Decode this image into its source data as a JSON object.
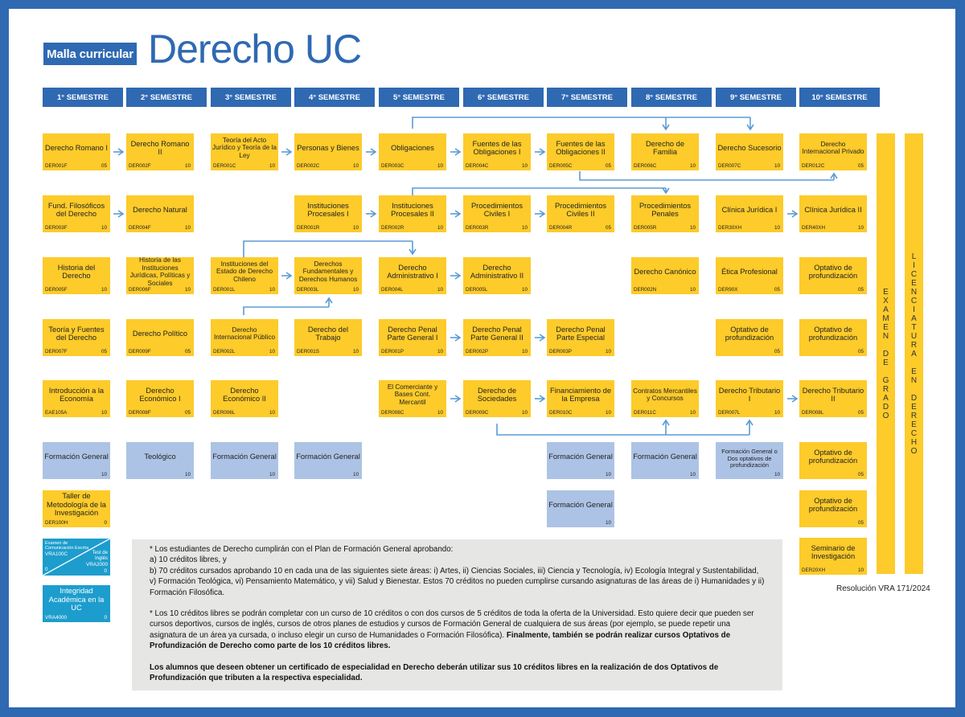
{
  "header": {
    "tag": "Malla curricular",
    "title": "Derecho UC"
  },
  "semesters": [
    "1° SEMESTRE",
    "2° SEMESTRE",
    "3° SEMESTRE",
    "4° SEMESTRE",
    "5° SEMESTRE",
    "6° SEMESTRE",
    "7° SEMESTRE",
    "8° SEMESTRE",
    "9° SEMESTRE",
    "10° SEMESTRE"
  ],
  "courses": {
    "r1c1": {
      "name": "Derecho Romano I",
      "code": "DER001F",
      "credits": "05"
    },
    "r1c2": {
      "name": "Derecho Romano II",
      "code": "DER002F",
      "credits": "10"
    },
    "r1c3": {
      "name": "Teoría del Acto Jurídico y Teoría de la Ley",
      "code": "DER001C",
      "credits": "10"
    },
    "r1c4": {
      "name": "Personas y Bienes",
      "code": "DER002C",
      "credits": "10"
    },
    "r1c5": {
      "name": "Obligaciones",
      "code": "DER003C",
      "credits": "10"
    },
    "r1c6": {
      "name": "Fuentes de las Obligaciones I",
      "code": "DER004C",
      "credits": "10"
    },
    "r1c7": {
      "name": "Fuentes de las Obligaciones II",
      "code": "DER005C",
      "credits": "05"
    },
    "r1c8": {
      "name": "Derecho de Familia",
      "code": "DER006C",
      "credits": "10"
    },
    "r1c9": {
      "name": "Derecho Sucesorio",
      "code": "DER007C",
      "credits": "10"
    },
    "r1c10": {
      "name": "Derecho Internacional Privado",
      "code": "DER012C",
      "credits": "05"
    },
    "r2c1": {
      "name": "Fund. Filosóficos del Derecho",
      "code": "DER003F",
      "credits": "10"
    },
    "r2c2": {
      "name": "Derecho Natural",
      "code": "DER004F",
      "credits": "10"
    },
    "r2c4": {
      "name": "Instituciones Procesales I",
      "code": "DER001R",
      "credits": "10"
    },
    "r2c5": {
      "name": "Instituciones Procesales II",
      "code": "DER002R",
      "credits": "10"
    },
    "r2c6": {
      "name": "Procedimientos Civiles I",
      "code": "DER003R",
      "credits": "10"
    },
    "r2c7": {
      "name": "Procedimientos Civiles II",
      "code": "DER004R",
      "credits": "05"
    },
    "r2c8": {
      "name": "Procedimientos Penales",
      "code": "DER005R",
      "credits": "10"
    },
    "r2c9": {
      "name": "Clínica Jurídica I",
      "code": "DER30XH",
      "credits": "10"
    },
    "r2c10": {
      "name": "Clínica Jurídica II",
      "code": "DER40XH",
      "credits": "10"
    },
    "r3c1": {
      "name": "Historia del Derecho",
      "code": "DER005F",
      "credits": "10"
    },
    "r3c2": {
      "name": "Historia de las Instituciones Jurídicas, Políticas y Sociales",
      "code": "DER006F",
      "credits": "10"
    },
    "r3c3": {
      "name": "Instituciones del Estado de Derecho Chileno",
      "code": "DER001L",
      "credits": "10"
    },
    "r3c4": {
      "name": "Derechos Fundamentales y Derechos Humanos",
      "code": "DER003L",
      "credits": "10"
    },
    "r3c5": {
      "name": "Derecho Administrativo I",
      "code": "DER004L",
      "credits": "10"
    },
    "r3c6": {
      "name": "Derecho Administrativo II",
      "code": "DER005L",
      "credits": "10"
    },
    "r3c8": {
      "name": "Derecho Canónico",
      "code": "DER002N",
      "credits": "10"
    },
    "r3c9": {
      "name": "Ética Profesional",
      "code": "DER90X",
      "credits": "05"
    },
    "r3c10": {
      "name": "Optativo de profundización",
      "code": "",
      "credits": "05"
    },
    "r4c1": {
      "name": "Teoría y Fuentes del Derecho",
      "code": "DER007F",
      "credits": "05"
    },
    "r4c2": {
      "name": "Derecho Político",
      "code": "DER009F",
      "credits": "05"
    },
    "r4c3": {
      "name": "Derecho Internacional Público",
      "code": "DER002L",
      "credits": "10"
    },
    "r4c4": {
      "name": "Derecho del Trabajo",
      "code": "DER001S",
      "credits": "10"
    },
    "r4c5": {
      "name": "Derecho Penal Parte General I",
      "code": "DER001P",
      "credits": "10"
    },
    "r4c6": {
      "name": "Derecho Penal Parte General II",
      "code": "DER002P",
      "credits": "10"
    },
    "r4c7": {
      "name": "Derecho Penal Parte Especial",
      "code": "DER003P",
      "credits": "10"
    },
    "r4c9": {
      "name": "Optativo de profundización",
      "code": "",
      "credits": "05"
    },
    "r4c10": {
      "name": "Optativo de profundización",
      "code": "",
      "credits": "05"
    },
    "r5c1": {
      "name": "Introducción a la Economía",
      "code": "EAE105A",
      "credits": "10"
    },
    "r5c2": {
      "name": "Derecho Económico I",
      "code": "DER008F",
      "credits": "05"
    },
    "r5c3": {
      "name": "Derecho Económico II",
      "code": "DER006L",
      "credits": "10"
    },
    "r5c5": {
      "name": "El Comerciante y Bases Cont. Mercantil",
      "code": "DER008C",
      "credits": "10"
    },
    "r5c6": {
      "name": "Derecho de Sociedades",
      "code": "DER009C",
      "credits": "10"
    },
    "r5c7": {
      "name": "Financiamiento de la Empresa",
      "code": "DER010C",
      "credits": "10"
    },
    "r5c8": {
      "name": "Contratos Mercantiles y Concursos",
      "code": "DER011C",
      "credits": "10"
    },
    "r5c9": {
      "name": "Derecho Tributario I",
      "code": "DER007L",
      "credits": "10"
    },
    "r5c10": {
      "name": "Derecho Tributario II",
      "code": "DER008L",
      "credits": "05"
    },
    "r6c1": {
      "name": "Formación General",
      "code": "",
      "credits": "10"
    },
    "r6c2": {
      "name": "Teológico",
      "code": "",
      "credits": "10"
    },
    "r6c3": {
      "name": "Formación General",
      "code": "",
      "credits": "10"
    },
    "r6c4": {
      "name": "Formación General",
      "code": "",
      "credits": "10"
    },
    "r6c7": {
      "name": "Formación General",
      "code": "",
      "credits": "10"
    },
    "r6c8": {
      "name": "Formación General",
      "code": "",
      "credits": "10"
    },
    "r6c9": {
      "name": "Formación General o Dos optativos de profundización",
      "code": "",
      "credits": "10"
    },
    "r6c10": {
      "name": "Optativo de profundización",
      "code": "",
      "credits": "05"
    },
    "r7c1": {
      "name": "Taller de Metodología de la Investigación",
      "code": "DER100H",
      "credits": "0"
    },
    "r7c7": {
      "name": "Formación General",
      "code": "",
      "credits": "10"
    },
    "r7c10": {
      "name": "Optativo de profundización",
      "code": "",
      "credits": "05"
    },
    "r8c10": {
      "name": "Seminario de Investigación",
      "code": "DER20XH",
      "credits": "10"
    }
  },
  "split_box": {
    "left_name": "Examen de Comunicación Escrita",
    "left_code": "VRA100C",
    "left_credits": "0",
    "right_name": "Test de Inglés",
    "right_code": "VRA2000",
    "right_credits": "0"
  },
  "integrity_box": {
    "name": "Integridad Académica en la UC",
    "code": "VRA4000",
    "credits": "0"
  },
  "side_bars": {
    "exam": [
      "E",
      "X",
      "A",
      "M",
      "E",
      "N",
      "",
      "D",
      "E",
      "",
      "G",
      "R",
      "A",
      "D",
      "O"
    ],
    "license": [
      "L",
      "I",
      "C",
      "E",
      "N",
      "C",
      "I",
      "A",
      "T",
      "U",
      "R",
      "A",
      "",
      "E",
      "N",
      "",
      "D",
      "E",
      "R",
      "E",
      "C",
      "H",
      "O"
    ]
  },
  "notes": {
    "p1": "* Los estudiantes de Derecho cumplirán con el Plan de Formación General aprobando:",
    "p2": "a) 10 créditos libres, y",
    "p3": "b) 70 créditos cursados aprobando 10 en cada una de las siguientes siete áreas: i) Artes, ii) Ciencias Sociales, iii) Ciencia y Tecnología, iv) Ecología Integral y Sustentabilidad, v) Formación Teológica, vi) Pensamiento Matemático, y vii) Salud y Bienestar. Estos 70 créditos no pueden cumplirse cursando asignaturas de las áreas de i) Humanidades y ii) Formación Filosófica.",
    "p4": "* Los 10 créditos libres se podrán completar con un curso de 10 créditos o con dos cursos de 5 créditos de toda la oferta de la Universidad. Esto quiere decir que pueden ser cursos deportivos, cursos de inglés, cursos de otros planes de estudios y cursos de Formación General de cualquiera de sus áreas (por ejemplo, se puede repetir una asignatura de un área ya cursada, o incluso elegir un curso de Humanidades o Formación Filosófica).",
    "p4_bold": "Finalmente, también se podrán realizar cursos Optativos de Profundización de Derecho como parte de los 10 créditos libres.",
    "p5_bold": "Los alumnos que deseen obtener un certificado de especialidad en Derecho deberán utilizar sus 10 créditos libres en la realización de dos Optativos de Profundización que tributen a la respectiva especialidad."
  },
  "resolution": "Resolución VRA 171/2024",
  "colors": {
    "brand_blue": "#2f69b2",
    "course_yellow": "#fdcb2a",
    "general_blue": "#adc3e5",
    "vra_cyan": "#1d9dcd",
    "arrow_blue": "#5b9bd5",
    "note_gray": "#e6e6e5"
  }
}
